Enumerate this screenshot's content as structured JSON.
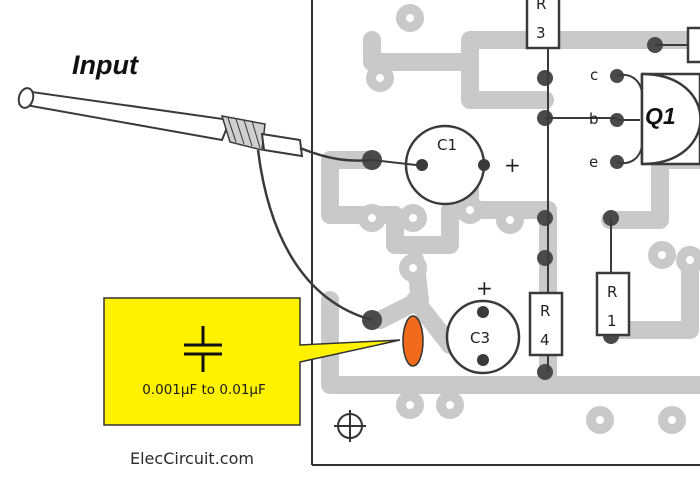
{
  "labels": {
    "input": "Input",
    "c1": "C1",
    "c3": "C3",
    "r1": [
      "R",
      "1"
    ],
    "r3": [
      "R",
      "3"
    ],
    "r4": [
      "R",
      "4"
    ],
    "q1": "Q1",
    "pin_c": "c",
    "pin_b": "b",
    "pin_e": "e",
    "plus": "+"
  },
  "callout": {
    "capacitor_range": "0.001µF to 0.01µF",
    "fill_color": "#fff200",
    "marker_color": "#f26a1b"
  },
  "colors": {
    "board_pattern": "#c9c9c9",
    "pad": "#4a4a4a"
  },
  "watermark": "ElecCircuit.com",
  "icons": [
    "mounting-hole-crosshair-icon",
    "capacitor-symbol-icon"
  ]
}
